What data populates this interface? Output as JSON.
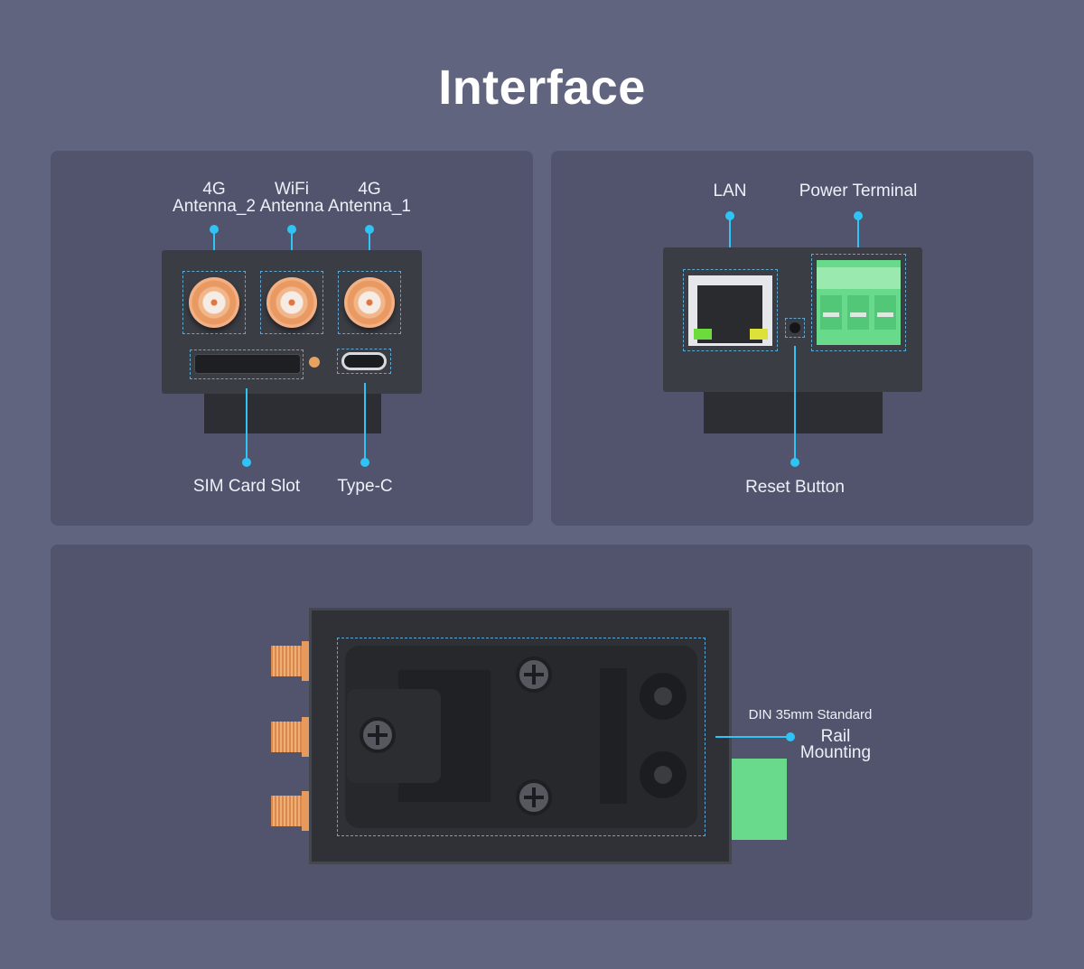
{
  "page": {
    "title": "Interface",
    "accent_color": "#2ec4f5",
    "background_color": "#61647f",
    "panel_color": "#52546e"
  },
  "panel_front": {
    "top_labels": [
      {
        "line1": "4G",
        "line2": "Antenna_2"
      },
      {
        "line1": "WiFi",
        "line2": "Antenna"
      },
      {
        "line1": "4G",
        "line2": "Antenna_1"
      }
    ],
    "bottom_labels": [
      "SIM Card Slot",
      "Type-C"
    ]
  },
  "panel_back": {
    "top_labels": [
      "LAN",
      "Power Terminal"
    ],
    "bottom_labels": [
      "Reset Button"
    ]
  },
  "panel_bottom": {
    "label_line1": "DIN 35mm Standard",
    "label_line2": "Rail",
    "label_line3": "Mounting"
  }
}
